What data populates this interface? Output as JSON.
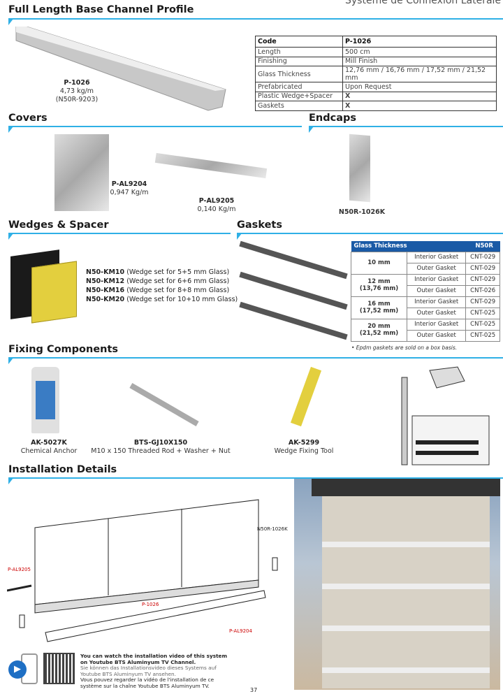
{
  "header": {
    "running_title": "Système de Connexion Latérale"
  },
  "sections": {
    "profile": "Full Length Base Channel Profile",
    "covers": "Covers",
    "endcaps": "Endcaps",
    "wedges": "Wedges & Spacer",
    "gaskets": "Gaskets",
    "fixing": "Fixing Components",
    "installation": "Installation Details"
  },
  "profile": {
    "code": "P-1026",
    "weight": "4,73 kg/m",
    "alt_code": "(N50R-9203)"
  },
  "spec_table": {
    "rows": [
      [
        "Code",
        "P-1026"
      ],
      [
        "Length",
        "500 cm"
      ],
      [
        "Finishing",
        "Mill Finish"
      ],
      [
        "Glass Thickness",
        "12,76 mm / 16,76 mm / 17,52 mm / 21,52 mm"
      ],
      [
        "Prefabricated",
        "Upon Request"
      ],
      [
        "Plastic Wedge+Spacer",
        "X"
      ],
      [
        "Gaskets",
        "X"
      ]
    ]
  },
  "covers": [
    {
      "code": "P-AL9204",
      "weight": "0,947 Kg/m"
    },
    {
      "code": "P-AL9205",
      "weight": "0,140 Kg/m"
    }
  ],
  "endcap": {
    "code": "N50R-1026K"
  },
  "wedges": [
    {
      "code": "N50-KM10",
      "desc": "(Wedge set for 5+5 mm Glass)"
    },
    {
      "code": "N50-KM12",
      "desc": "(Wedge set for 6+6 mm Glass)"
    },
    {
      "code": "N50-KM16",
      "desc": "(Wedge set for 8+8 mm Glass)"
    },
    {
      "code": "N50-KM20",
      "desc": "(Wedge set for 10+10 mm Glass)"
    }
  ],
  "gasket_table": {
    "header": [
      "Glass Thickness",
      "N50R"
    ],
    "groups": [
      {
        "thickness": "10 mm",
        "sub": "",
        "rows": [
          [
            "Interior Gasket",
            "CNT-029"
          ],
          [
            "Outer Gasket",
            "CNT-029"
          ]
        ]
      },
      {
        "thickness": "12 mm",
        "sub": "(13,76 mm)",
        "rows": [
          [
            "Interior Gasket",
            "CNT-029"
          ],
          [
            "Outer Gasket",
            "CNT-026"
          ]
        ]
      },
      {
        "thickness": "16 mm",
        "sub": "(17,52 mm)",
        "rows": [
          [
            "Interior Gasket",
            "CNT-029"
          ],
          [
            "Outer Gasket",
            "CNT-025"
          ]
        ]
      },
      {
        "thickness": "20 mm",
        "sub": "(21,52 mm)",
        "rows": [
          [
            "Interior Gasket",
            "CNT-025"
          ],
          [
            "Outer Gasket",
            "CNT-025"
          ]
        ]
      }
    ],
    "note": "• Epdm gaskets are sold on a box basis."
  },
  "fixing": [
    {
      "code": "AK-5027K",
      "desc": "Chemical Anchor"
    },
    {
      "code": "BTS-GJ10X150",
      "desc": "M10 x 150 Threaded Rod + Washer + Nut"
    },
    {
      "code": "AK-5299",
      "desc": "Wedge Fixing Tool"
    }
  ],
  "install_labels": {
    "endcap": "N50R-1026K",
    "cover_small": "P-AL9205",
    "profile": "P-1026",
    "cover_big": "P-AL9204"
  },
  "video": {
    "en": "You can watch the installation video of this system on Youtube BTS Aluminyum TV Channel.",
    "de": "Sie können das Installationsvideo dieses Systems auf Youtube BTS Aluminyum TV ansehen.",
    "fr": "Vous pouvez regarder la vidéo de l'installation de ce système sur la chaîne Youtube BTS Aluminyum TV."
  },
  "page_number": "37",
  "colors": {
    "accent": "#2fb0e6",
    "table_header": "#1a5aa6"
  }
}
